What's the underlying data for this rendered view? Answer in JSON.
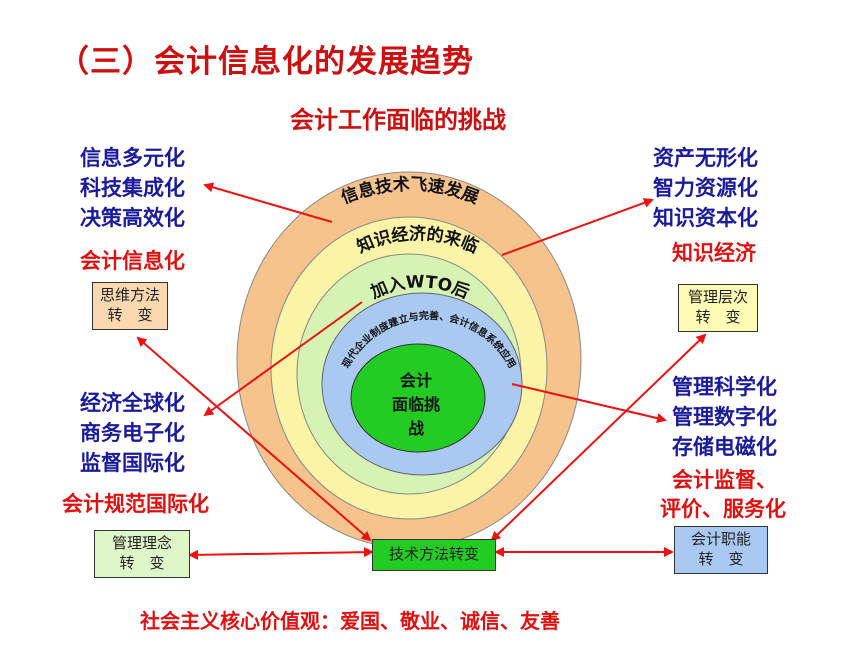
{
  "page": {
    "title": "（三）会计信息化的发展趋势",
    "subtitle": "会计工作面临的挑战",
    "footer": "社会主义核心价值观：爱国、敬业、诚信、友善"
  },
  "rings": {
    "outer": "信息技术飞速发展",
    "second": "知识经济的来临",
    "third": "加入WTO后",
    "fourth": "现代企业制度建立与完善、会计信息系统应用",
    "center": [
      "会计",
      "面临挑",
      "战"
    ]
  },
  "left_top": {
    "items": [
      "信息多元化",
      "科技集成化",
      "决策高效化"
    ],
    "label": "会计信息化"
  },
  "right_top": {
    "items": [
      "资产无形化",
      "智力资源化",
      "知识资本化"
    ],
    "label": "知识经济"
  },
  "left_mid": {
    "items": [
      "经济全球化",
      "商务电子化",
      "监督国际化"
    ],
    "label": "会计规范国际化"
  },
  "right_mid": {
    "items": [
      "管理科学化",
      "管理数字化",
      "存储电磁化"
    ],
    "label": [
      "会计监督、",
      "评价、服务化"
    ]
  },
  "boxes": {
    "thinking": [
      "思维方法",
      "转　变"
    ],
    "level": [
      "管理层次",
      "转　变"
    ],
    "concept": [
      "管理理念",
      "转　变"
    ],
    "tech": "技术方法转变",
    "function": [
      "会计职能",
      "转　变"
    ]
  },
  "colors": {
    "outer_ring": "#f7c38c",
    "second_ring": "#fbf3a6",
    "third_ring": "#d6f3b4",
    "fourth_ring": "#a9c8f2",
    "center": "#22cc22",
    "tech_box": "#22cc22",
    "box_peach": "#fbd8b0",
    "box_yellow": "#fdfbb4",
    "box_green": "#dff7c8",
    "box_blue": "#a9c8f2",
    "arrow": "#ee1111"
  }
}
